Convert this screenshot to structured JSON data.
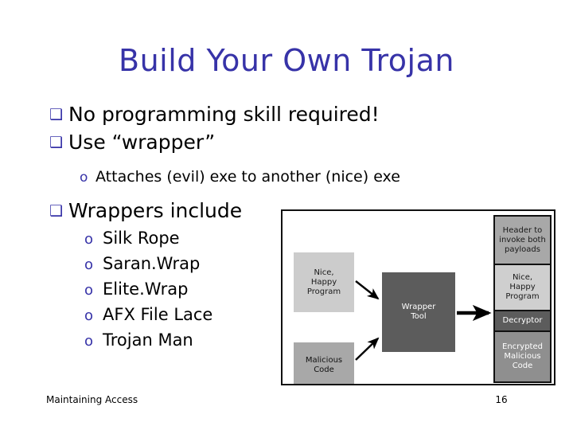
{
  "slide": {
    "title": "Build Your Own Trojan",
    "bullet_marker": "❑",
    "sub_marker": "o",
    "accent_color": "#3733a8",
    "text_color": "#000000",
    "background": "#ffffff",
    "bullets": [
      {
        "level": 1,
        "text": "No programming skill required!"
      },
      {
        "level": 1,
        "text": "Use “wrapper”"
      },
      {
        "level": 2,
        "text": "Attaches (evil) exe to another (nice) exe"
      },
      {
        "level": 1,
        "text": "Wrappers include"
      },
      {
        "level": 2,
        "text": "Silk Rope"
      },
      {
        "level": 2,
        "text": "Saran.Wrap"
      },
      {
        "level": 2,
        "text": "Elite.Wrap"
      },
      {
        "level": 2,
        "text": "AFX File Lace"
      },
      {
        "level": 2,
        "text": "Trojan Man"
      }
    ]
  },
  "diagram": {
    "inputs": [
      {
        "id": "nice-happy-program",
        "label": "Nice,\nHappy\nProgram",
        "fill": "#cccccc",
        "text_color": "#1a1a1a"
      },
      {
        "id": "malicious-code",
        "label": "Malicious\nCode",
        "fill": "#a8a8a8",
        "text_color": "#111111"
      }
    ],
    "tool": {
      "id": "wrapper-tool",
      "label": "Wrapper\nTool",
      "fill": "#5c5c5c",
      "text_color": "#ffffff"
    },
    "output_stack": [
      {
        "id": "header-to-invoke-both-payloads",
        "label": "Header to\ninvoke both\npayloads",
        "fill": "#a8a8a8",
        "text_color": "#1a1a1a"
      },
      {
        "id": "nice-happy-program-out",
        "label": "Nice,\nHappy\nProgram",
        "fill": "#cfcfcf",
        "text_color": "#1a1a1a"
      },
      {
        "id": "decryptor",
        "label": "Decryptor",
        "fill": "#5c5c5c",
        "text_color": "#ffffff"
      },
      {
        "id": "encrypted-malicious-code",
        "label": "Encrypted\nMalicious\nCode",
        "fill": "#8f8f8f",
        "text_color": "#ffffff"
      }
    ],
    "border_color": "#111111"
  },
  "footer": {
    "left": "Maintaining Access",
    "page_number": "16"
  }
}
